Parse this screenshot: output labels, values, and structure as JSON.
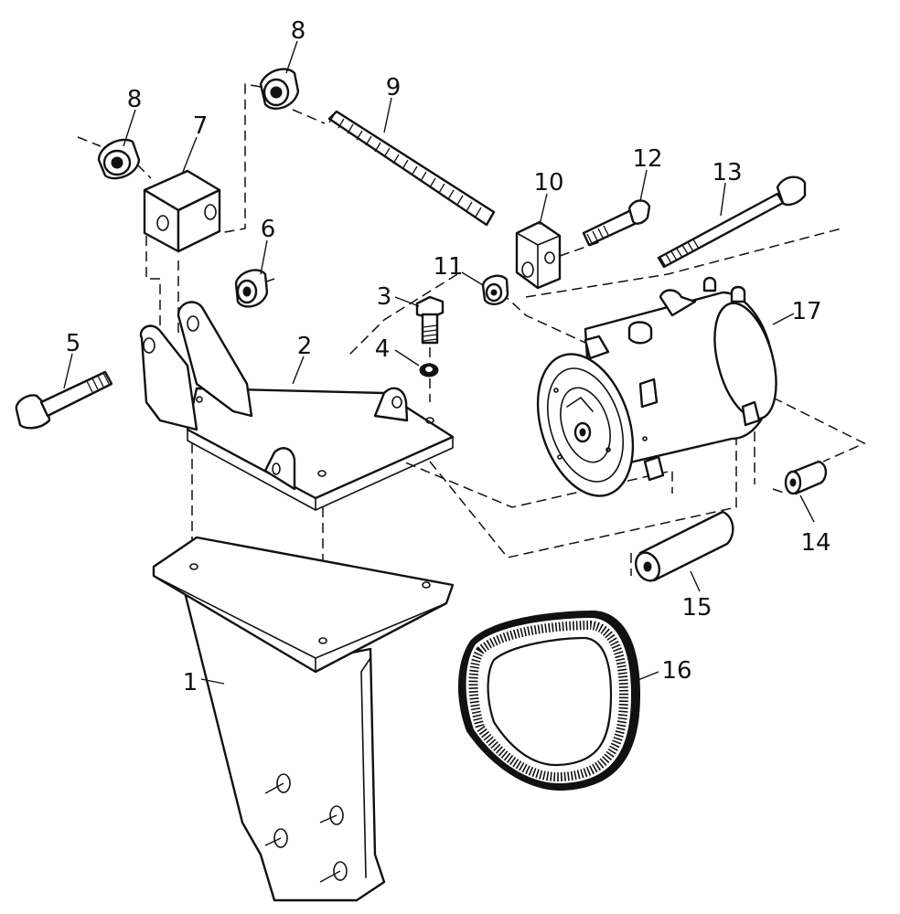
{
  "parts": [
    {
      "id": "p1",
      "label": "1"
    },
    {
      "id": "p2",
      "label": "2"
    },
    {
      "id": "p3",
      "label": "3"
    },
    {
      "id": "p4",
      "label": "4"
    },
    {
      "id": "p5",
      "label": "5"
    },
    {
      "id": "p6",
      "label": "6"
    },
    {
      "id": "p7",
      "label": "7"
    },
    {
      "id": "p8a",
      "label": "8"
    },
    {
      "id": "p8b",
      "label": "8"
    },
    {
      "id": "p9",
      "label": "9"
    },
    {
      "id": "p10",
      "label": "10"
    },
    {
      "id": "p11",
      "label": "11"
    },
    {
      "id": "p12",
      "label": "12"
    },
    {
      "id": "p13",
      "label": "13"
    },
    {
      "id": "p14",
      "label": "14"
    },
    {
      "id": "p15",
      "label": "15"
    },
    {
      "id": "p16",
      "label": "16"
    },
    {
      "id": "p17",
      "label": "17"
    }
  ]
}
